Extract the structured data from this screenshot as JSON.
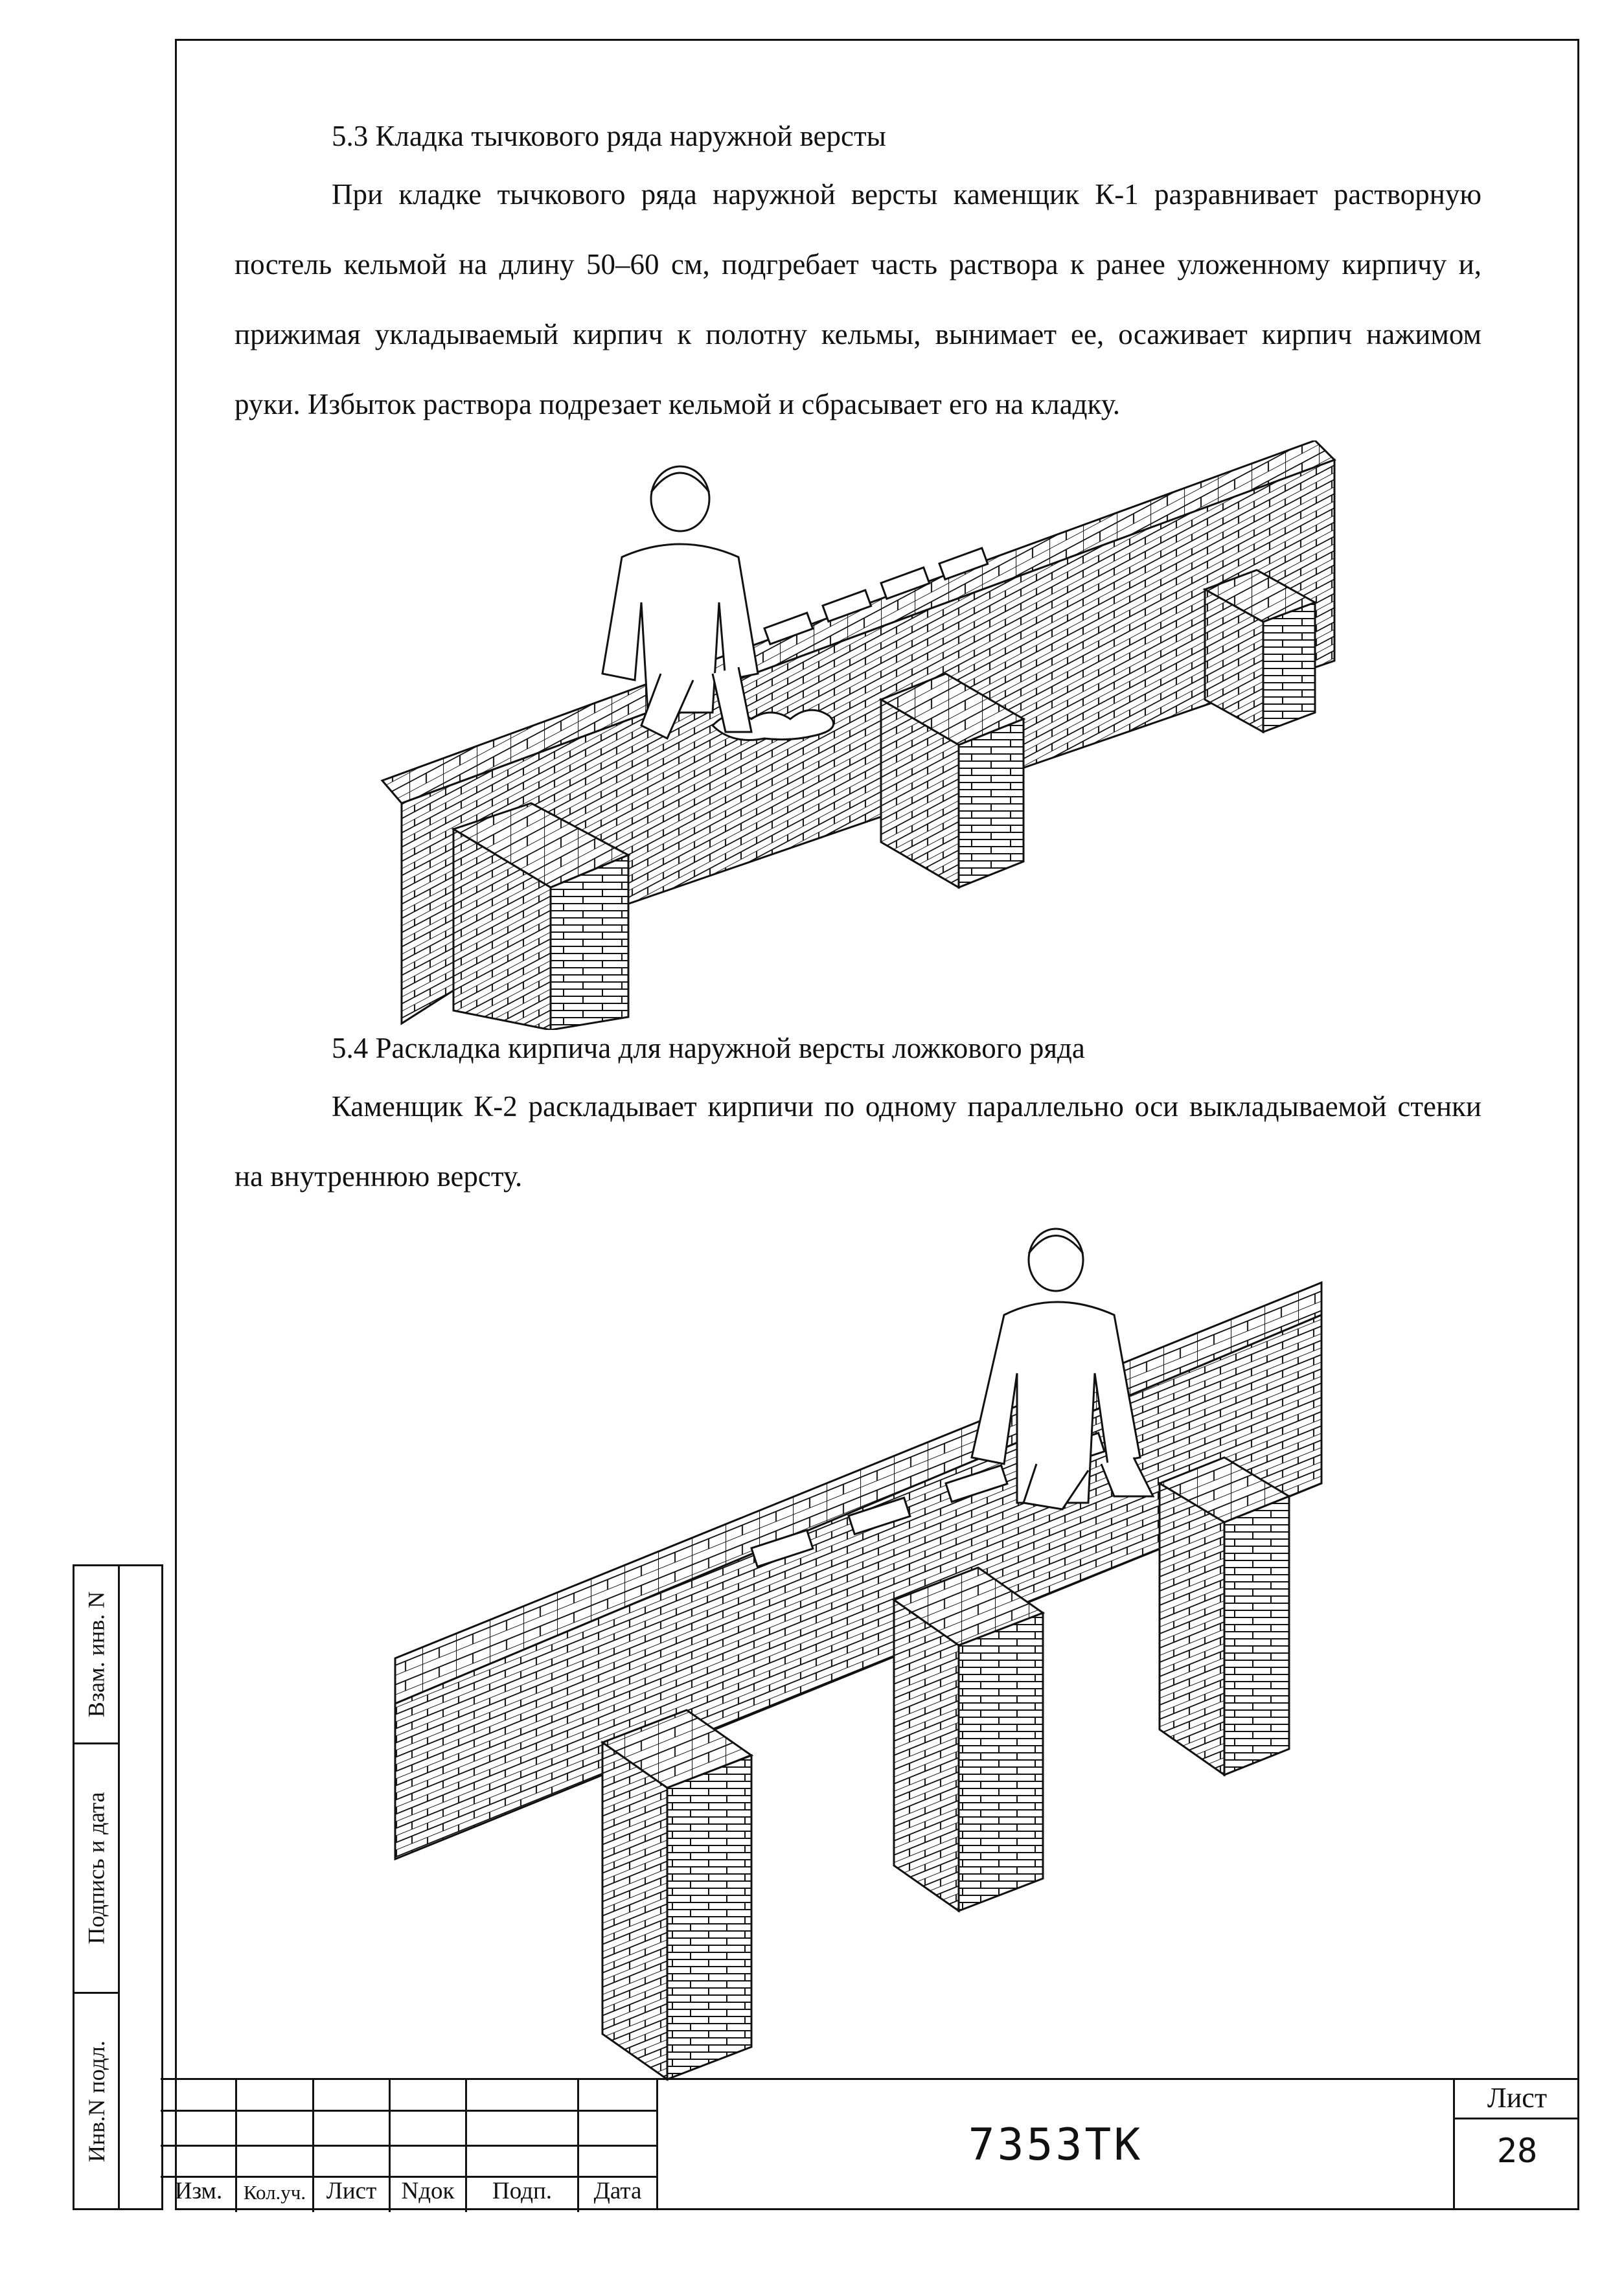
{
  "section_53": {
    "heading": "5.3 Кладка тычкового ряда наружной версты",
    "paragraph": "При кладке тычкового ряда наружной версты каменщик К-1 разравнивает растворную постель кельмой на длину 50–60 см, подгребает часть раствора к ранее уложенному кирпичу и, прижимая укладываемый кирпич к полотну кельмы, вынимает ее, осаживает кирпич нажимом руки. Избыток раствора подрезает кельмой и сбрасывает его на кладку."
  },
  "section_54": {
    "heading": "5.4 Раскладка кирпича для наружной версты ложкового ряда",
    "paragraph": "Каменщик К-2 раскладывает кирпичи по одному параллельно оси выкладываемой стенки на внутреннюю версту."
  },
  "side_stamp": {
    "cells": [
      "Инв.N подл.",
      "Подпись и дата",
      "Взам. инв. N"
    ]
  },
  "title_block": {
    "columns": [
      "Изм.",
      "Кол.уч.",
      "Лист",
      "Nдок",
      "Подп.",
      "Дата"
    ],
    "document_code": "7353ТК",
    "sheet_label": "Лист",
    "sheet_number": "28"
  },
  "illustrations": [
    {
      "name": "bricklayer-laying-header-course"
    },
    {
      "name": "bricklayer-distributing-bricks"
    }
  ]
}
